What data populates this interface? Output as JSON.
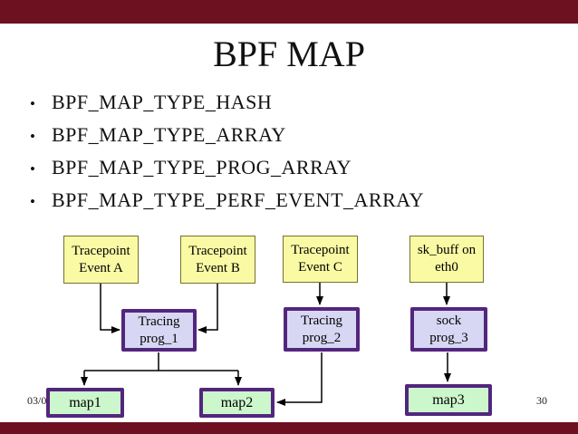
{
  "slide": {
    "title": "BPF MAP",
    "bullet_char": "•",
    "bullets": [
      "BPF_MAP_TYPE_HASH",
      "BPF_MAP_TYPE_ARRAY",
      "BPF_MAP_TYPE_PROG_ARRAY",
      "BPF_MAP_TYPE_PERF_EVENT_ARRAY"
    ],
    "footer": {
      "date_text": "03/0",
      "page_number": "30"
    }
  },
  "diagram": {
    "event_sources": [
      {
        "label": "Tracepoint\nEvent A"
      },
      {
        "label": "Tracepoint\nEvent B"
      },
      {
        "label": "Tracepoint\nEvent C"
      },
      {
        "label": "sk_buff on\neth0"
      }
    ],
    "programs": [
      {
        "label": "Tracing\nprog_1"
      },
      {
        "label": "Tracing\nprog_2"
      },
      {
        "label": "sock\nprog_3"
      }
    ],
    "maps": [
      {
        "label": "map1"
      },
      {
        "label": "map2"
      },
      {
        "label": "map3"
      }
    ]
  },
  "colors": {
    "frame_bar": "#6d1120",
    "event_box_fill": "#fafaa5",
    "event_box_border": "#73732e",
    "program_box_fill": "#d7d7f4",
    "map_box_fill": "#ccf6cb",
    "program_map_border": "#53267d",
    "arrow": "#000000",
    "text": "#111111"
  }
}
